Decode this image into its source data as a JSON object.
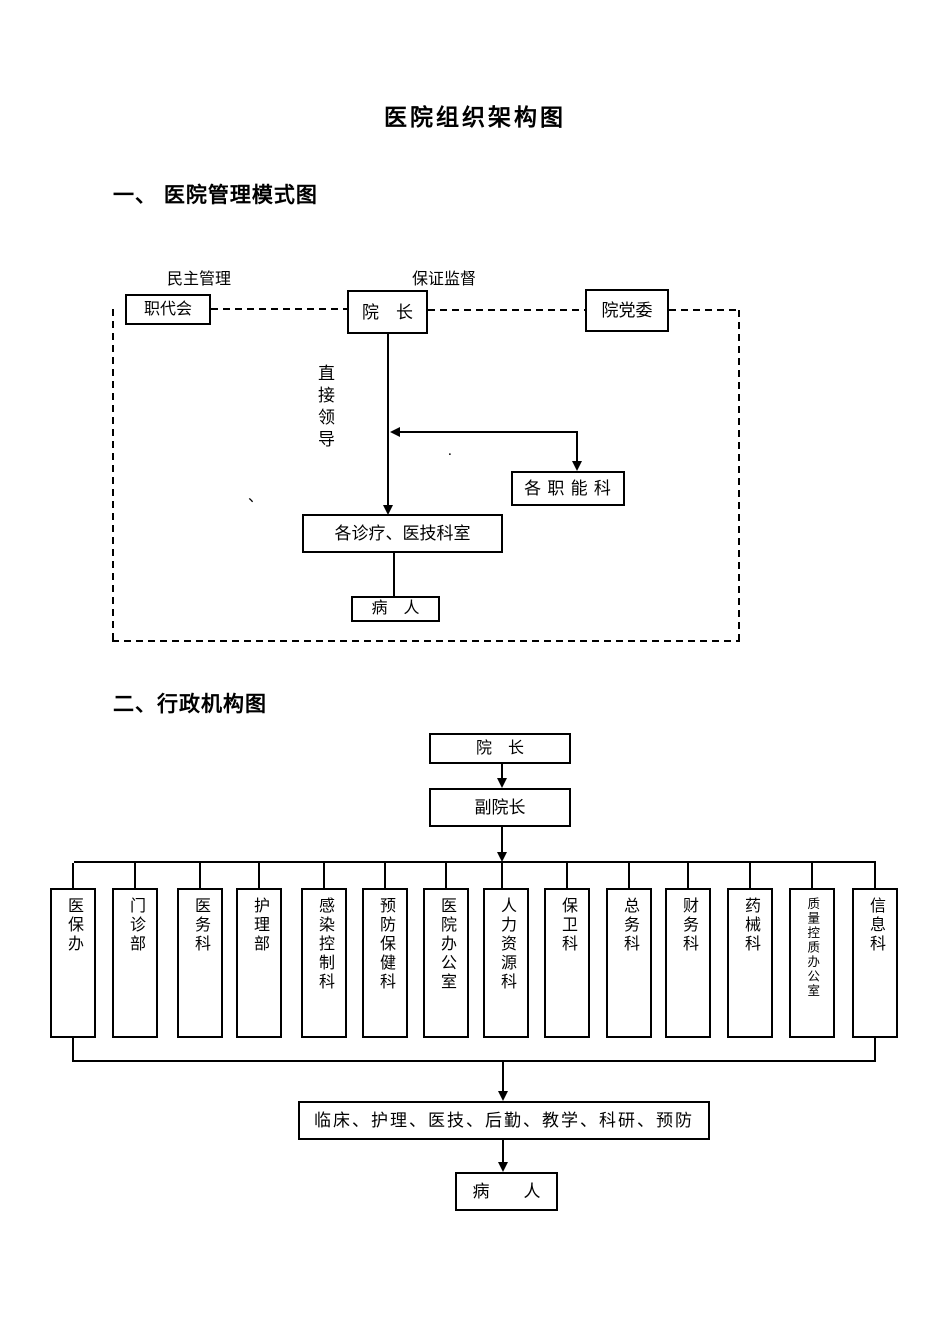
{
  "page_title": "医院组织架构图",
  "section1": {
    "heading": "一、 医院管理模式图",
    "labels": {
      "democratic_management": "民主管理",
      "guarantee_supervision": "保证监督",
      "direct_leadership": "直接领导"
    },
    "nodes": {
      "staff_congress": "职代会",
      "president": "院　长",
      "party_committee": "院党委",
      "functional_departments": "各 职 能 科",
      "clinical_medtech_departments": "各诊疗、医技科室",
      "patient": "病　人"
    },
    "stray_marks": {
      "comma": "、",
      "dot": "."
    }
  },
  "section2": {
    "heading": "二、行政机构图",
    "nodes": {
      "president": "院　长",
      "vice_president": "副院长",
      "service_categories": "临床、护理、医技、后勤、教学、科研、预防",
      "patient": "病　　人"
    },
    "departments": [
      "医保办",
      "门诊部",
      "医务科",
      "护理部",
      "感染控制科",
      "预防保健科",
      "医院办公室",
      "人力资源科",
      "保卫科",
      "总务科",
      "财务科",
      "药械科",
      "质量控质办公室",
      "信息科"
    ]
  }
}
